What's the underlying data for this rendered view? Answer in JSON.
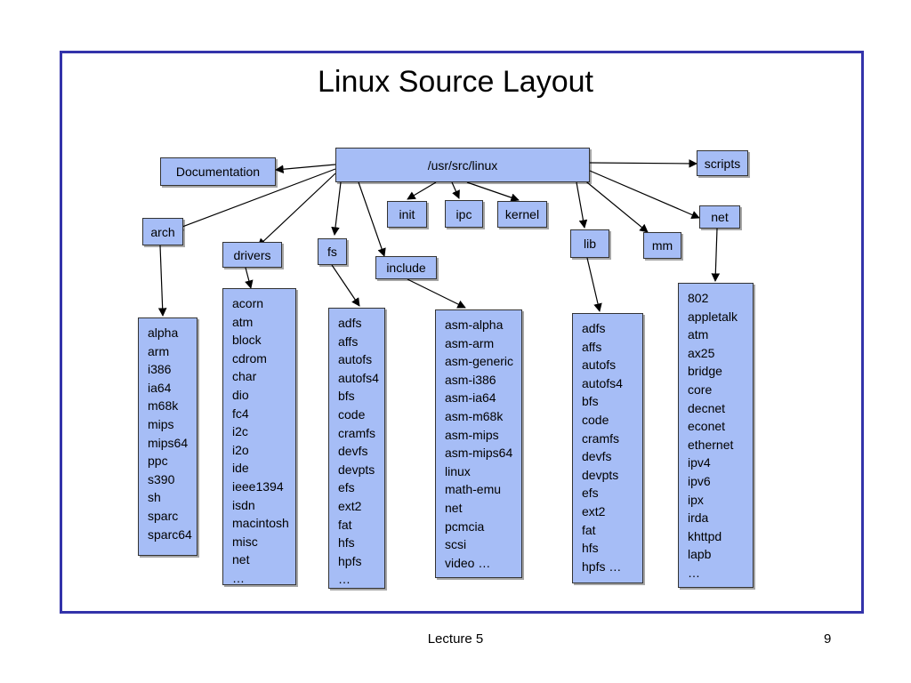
{
  "title": "Linux Source Layout",
  "nodes": {
    "root": "/usr/src/linux",
    "documentation": "Documentation",
    "scripts": "scripts",
    "arch": "arch",
    "drivers": "drivers",
    "fs": "fs",
    "include": "include",
    "init": "init",
    "ipc": "ipc",
    "kernel": "kernel",
    "lib": "lib",
    "mm": "mm",
    "net": "net"
  },
  "lists": {
    "arch": [
      "alpha",
      "arm",
      "i386",
      "ia64",
      "m68k",
      "mips",
      "mips64",
      "ppc",
      "s390",
      "sh",
      "sparc",
      "sparc64"
    ],
    "drivers": [
      "acorn",
      "atm",
      "block",
      "cdrom",
      "char",
      "dio",
      "fc4",
      "i2c",
      "i2o",
      "ide",
      "ieee1394",
      "isdn",
      "macintosh",
      "misc",
      "net",
      "…"
    ],
    "fs": [
      "adfs",
      "affs",
      "autofs",
      "autofs4",
      "bfs",
      "code",
      "cramfs",
      "devfs",
      "devpts",
      "efs",
      "ext2",
      "fat",
      "hfs",
      "hpfs",
      "…"
    ],
    "include": [
      "asm-alpha",
      "asm-arm",
      "asm-generic",
      "asm-i386",
      "asm-ia64",
      "asm-m68k",
      "asm-mips",
      "asm-mips64",
      "linux",
      "math-emu",
      "net",
      "pcmcia",
      "scsi",
      "video …"
    ],
    "lib": [
      "adfs",
      "affs",
      "autofs",
      "autofs4",
      "bfs",
      "code",
      "cramfs",
      "devfs",
      "devpts",
      "efs",
      "ext2",
      "fat",
      "hfs",
      "hpfs …"
    ],
    "net": [
      "802",
      "appletalk",
      "atm",
      "ax25",
      "bridge",
      "core",
      "decnet",
      "econet",
      "ethernet",
      "ipv4",
      "ipv6",
      "ipx",
      "irda",
      "khttpd",
      "lapb",
      "…"
    ]
  },
  "footer": {
    "lecture": "Lecture 5",
    "page": "9"
  }
}
